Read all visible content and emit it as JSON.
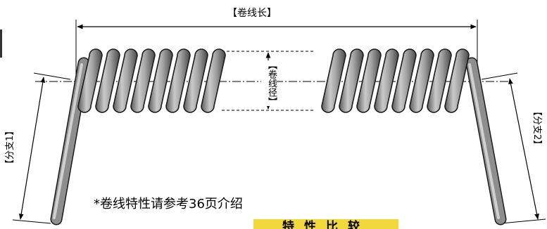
{
  "labels": {
    "coil_length": "【卷线长】",
    "coil_diameter": "【卷线径】",
    "branch_1": "【分支1】",
    "branch_2": "【分支2】"
  },
  "note": "*卷线特性请参考36页介绍",
  "banner": "特性比较",
  "colors": {
    "cable": "#8e8e8e",
    "cable_outline": "#1a1a1a",
    "banner": "#f2d93b"
  }
}
